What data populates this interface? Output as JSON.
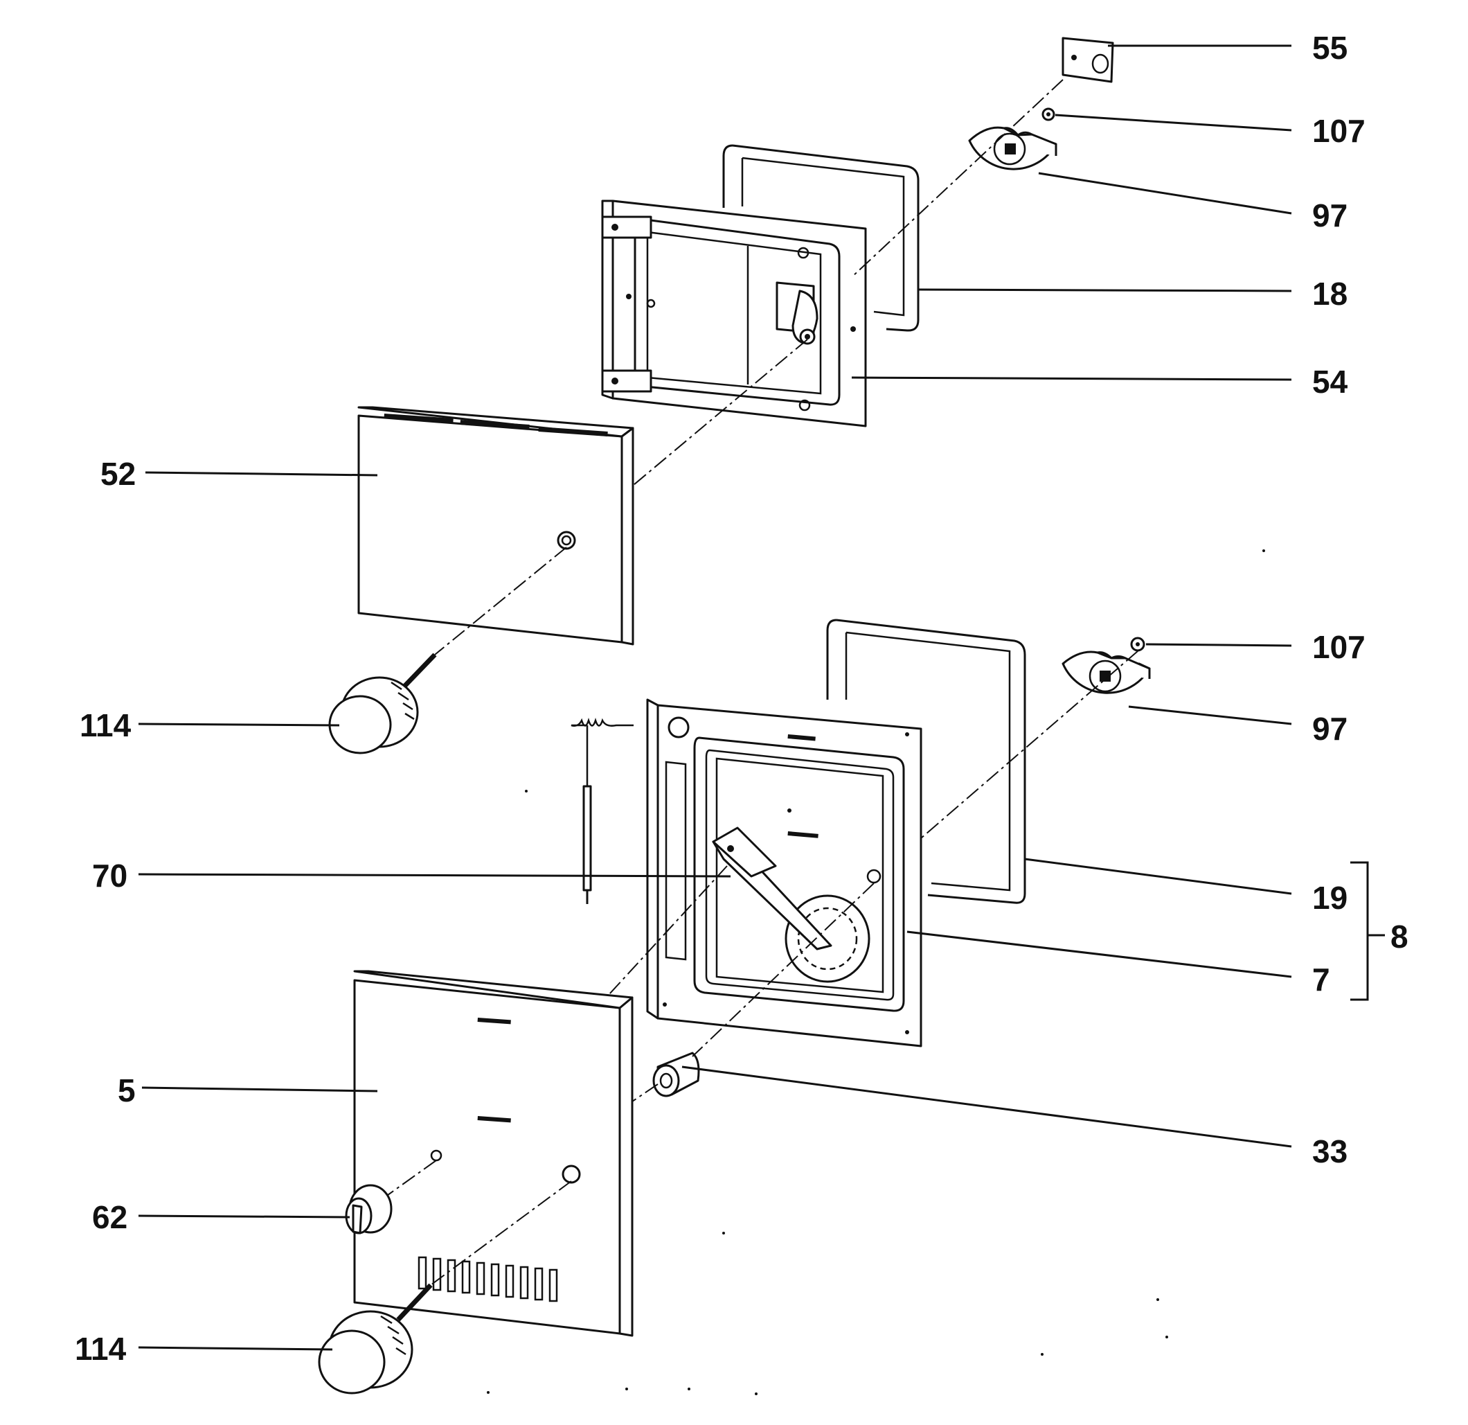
{
  "callouts": {
    "c55": "55",
    "c107_top": "107",
    "c97_top": "97",
    "c18": "18",
    "c54": "54",
    "c52": "52",
    "c114_top": "114",
    "c107_mid": "107",
    "c97_mid": "97",
    "c70": "70",
    "c19": "19",
    "c8": "8",
    "c7": "7",
    "c5": "5",
    "c33": "33",
    "c62": "62",
    "c114_bottom": "114"
  },
  "colors": {
    "ink": "#111111",
    "paper": "#ffffff"
  }
}
